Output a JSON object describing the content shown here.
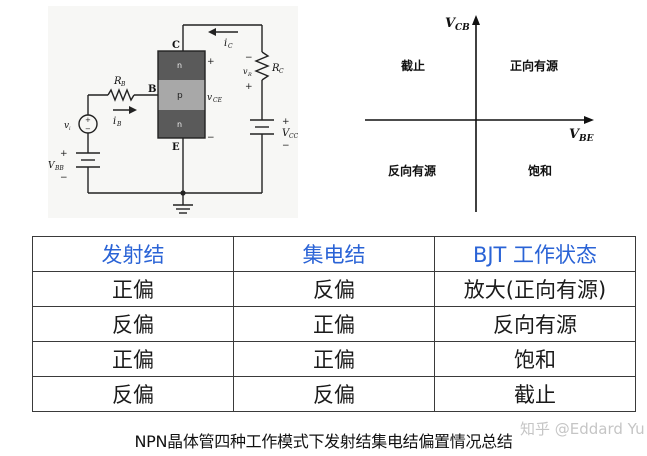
{
  "circuit": {
    "labels": {
      "collector": "C",
      "base": "B",
      "emitter": "E",
      "region_top": "n",
      "region_mid": "p",
      "region_bot": "n",
      "rb": "R",
      "rb_sub": "B",
      "rc": "R",
      "rc_sub": "C",
      "ib": "i",
      "ib_sub": "B",
      "ic": "i",
      "ic_sub": "C",
      "vr": "v",
      "vr_sub": "R",
      "vce": "v",
      "vce_sub": "CE",
      "vi": "v",
      "vi_sub": "i",
      "vbb": "V",
      "vbb_sub": "BB",
      "vcc": "V",
      "vcc_sub": "CC",
      "plus": "+",
      "minus": "−"
    },
    "colors": {
      "n_region": "#5a5a5a",
      "p_region": "#a8a8a8"
    }
  },
  "quadrant": {
    "y_axis_label": "V",
    "y_axis_sub": "CB",
    "x_axis_label": "V",
    "x_axis_sub": "BE",
    "top_left": "截止",
    "top_right": "正向有源",
    "bottom_left": "反向有源",
    "bottom_right": "饱和"
  },
  "table": {
    "headers": [
      "发射结",
      "集电结",
      "BJT 工作状态"
    ],
    "rows": [
      [
        "正偏",
        "反偏",
        "放大(正向有源)"
      ],
      [
        "反偏",
        "正偏",
        "反向有源"
      ],
      [
        "正偏",
        "正偏",
        "饱和"
      ],
      [
        "反偏",
        "反偏",
        "截止"
      ]
    ],
    "header_color": "#2a63d6"
  },
  "caption": "NPN晶体管四种工作模式下发射结集电结偏置情况总结",
  "watermark": "知乎 @Eddard Yu"
}
